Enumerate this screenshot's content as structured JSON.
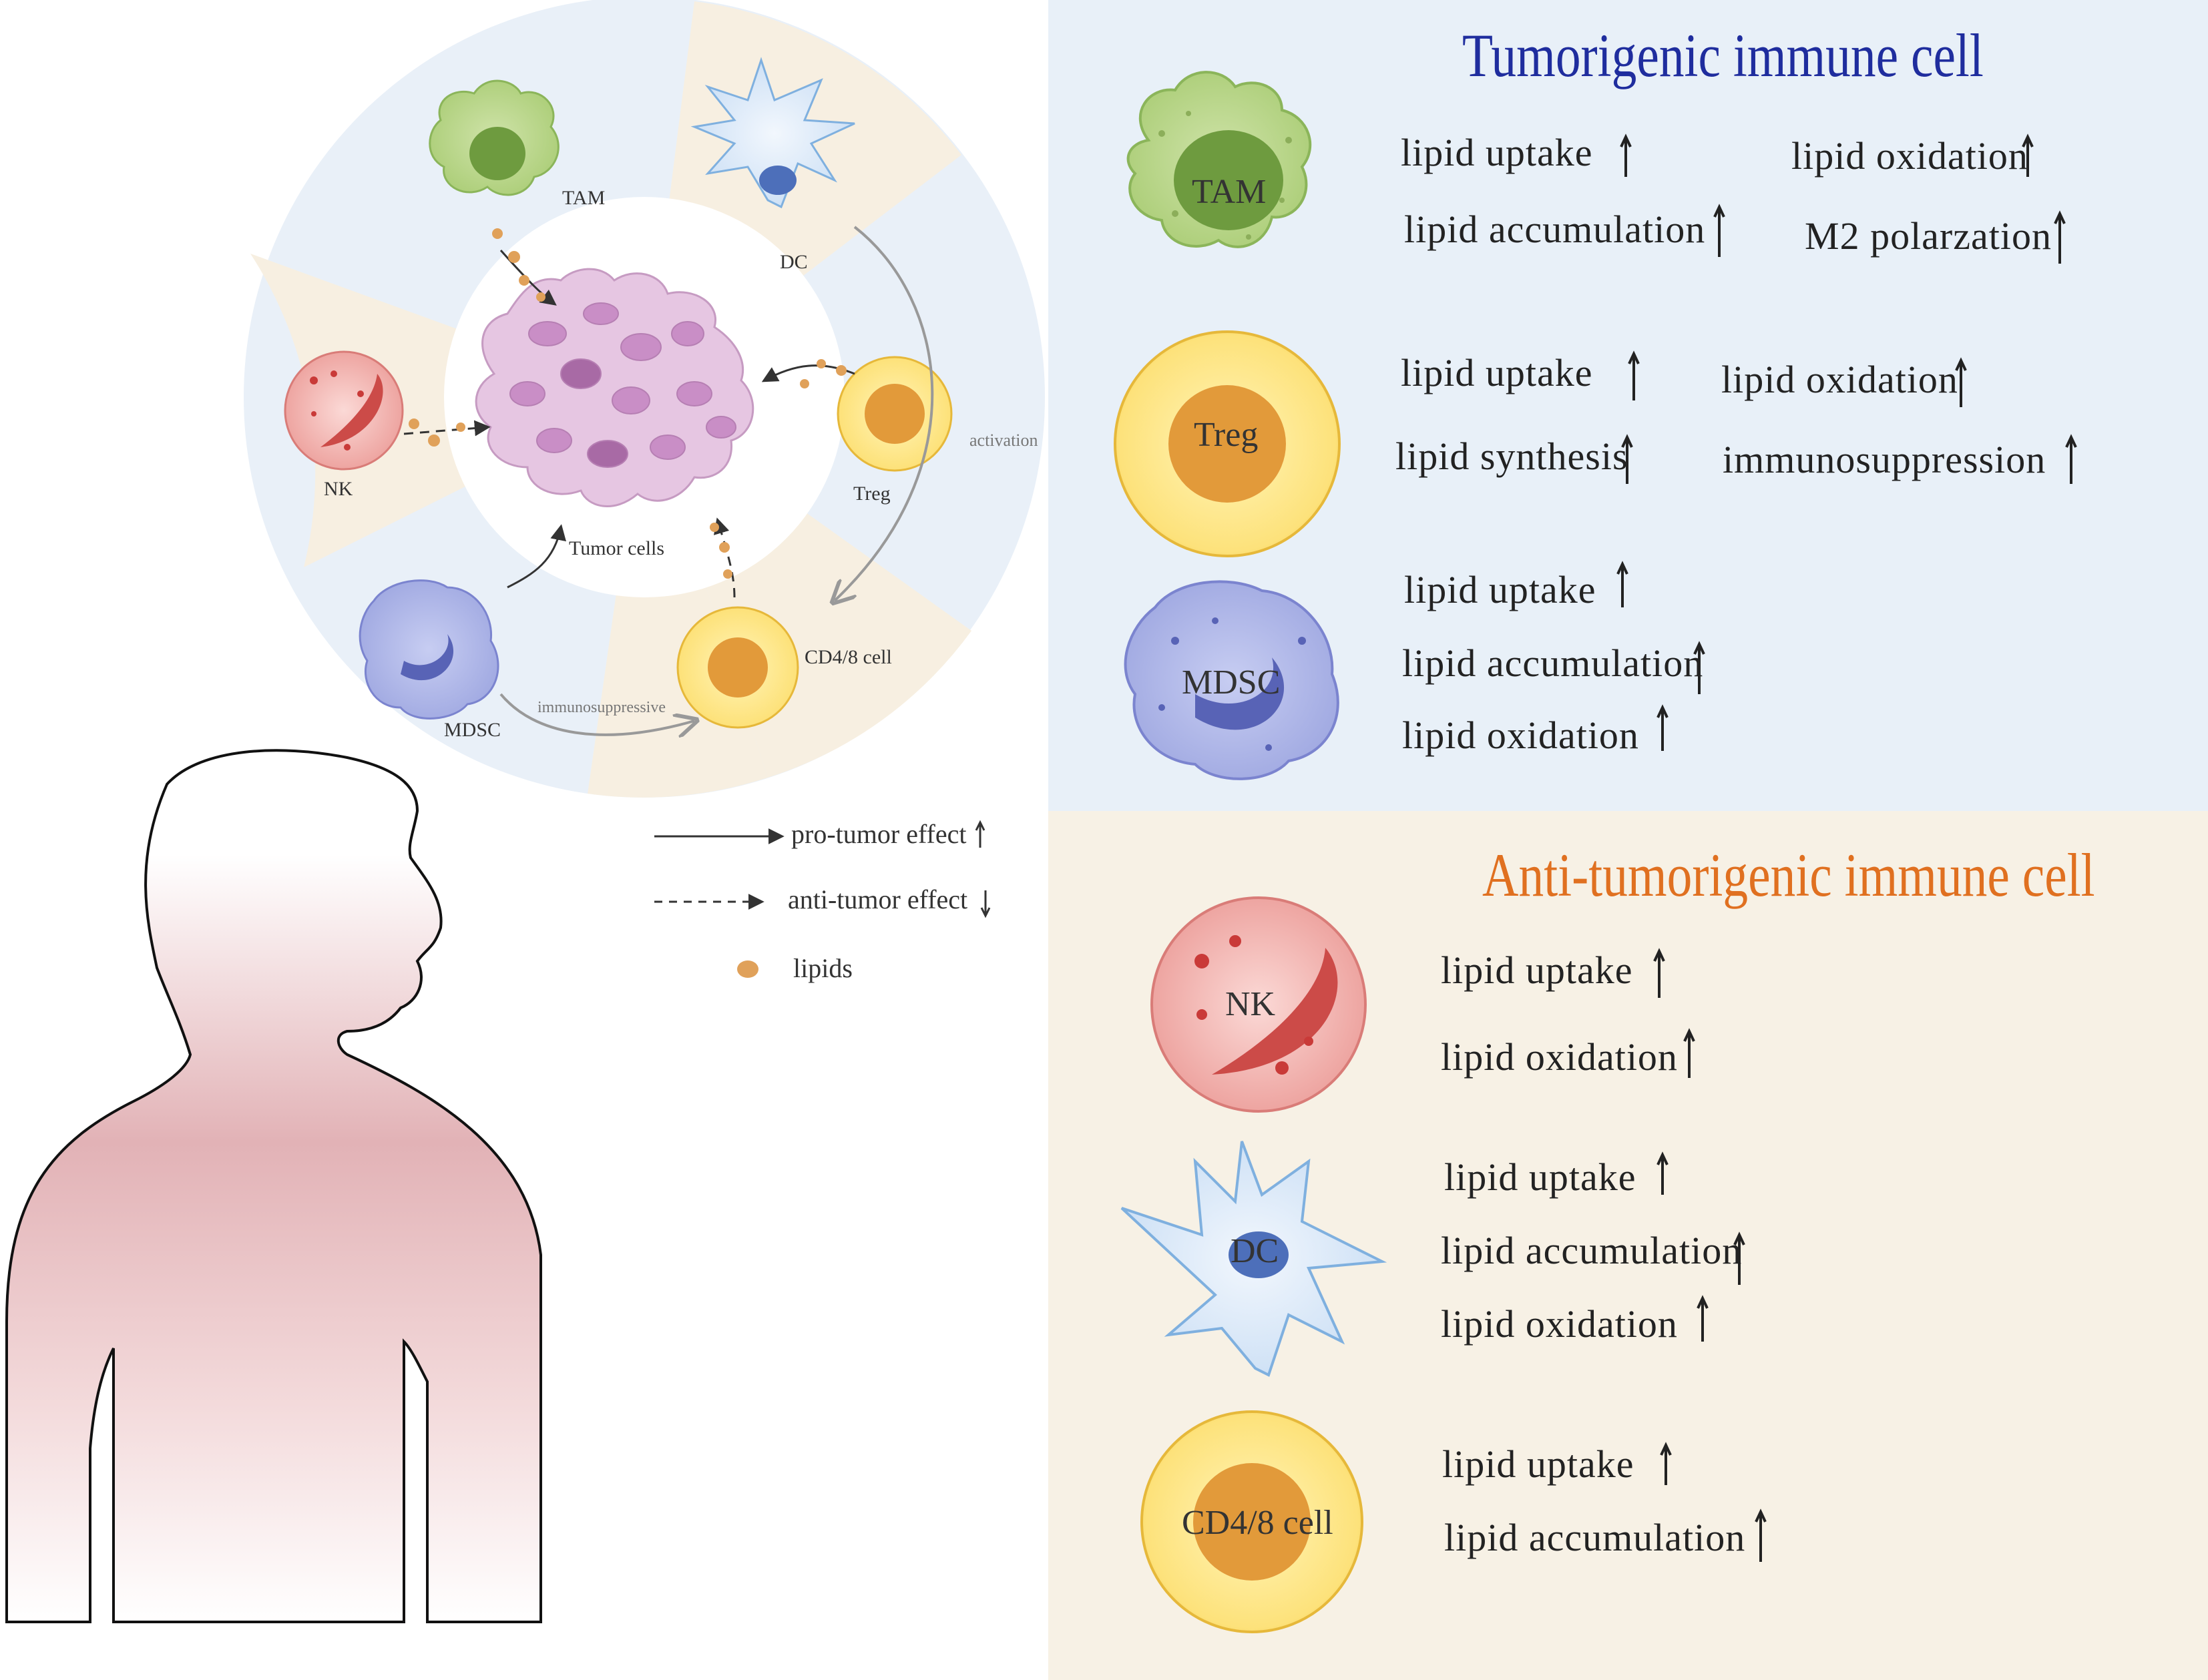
{
  "tumorigenic": {
    "title": "Tumorigenic immune cell",
    "cells": [
      {
        "name": "TAM",
        "props": [
          "lipid  uptake",
          "lipid  oxidation",
          "lipid  accumulation",
          "M2  polarzation"
        ]
      },
      {
        "name": "Treg",
        "props": [
          "lipid  uptake",
          "lipid  oxidation",
          "lipid synthesis",
          "immunosuppression"
        ]
      },
      {
        "name": "MDSC",
        "props": [
          "lipid  uptake",
          "lipid  accumulation",
          "lipid  oxidation"
        ]
      }
    ]
  },
  "anti_tumorigenic": {
    "title": "Anti-tumorigenic immune cell",
    "cells": [
      {
        "name": "NK",
        "props": [
          "lipid  uptake",
          "lipid  oxidation"
        ]
      },
      {
        "name": "DC",
        "props": [
          "lipid  uptake",
          "lipid  accumulation",
          "lipid  oxidation"
        ]
      },
      {
        "name": "CD4/8 cell",
        "props": [
          "lipid  uptake",
          "lipid  accumulation"
        ]
      }
    ]
  },
  "circle": {
    "center_label": "Tumor cells",
    "cell_labels": {
      "tam": "TAM",
      "dc": "DC",
      "treg": "Treg",
      "nk": "NK",
      "mdsc": "MDSC",
      "cd48": "CD4/8 cell"
    },
    "arrow_labels": {
      "activation": "activation",
      "immunosuppressive": "immunosuppressive"
    }
  },
  "legend": {
    "pro": "pro-tumor effect",
    "anti": "anti-tumor effect",
    "lipids": "lipids"
  },
  "colors": {
    "tumor_title": "#1f2d9e",
    "anti_title": "#e07020",
    "panel_top": "#e8f0f8",
    "panel_bottom": "#f7f1e5",
    "lipid": "#e0a15a"
  }
}
